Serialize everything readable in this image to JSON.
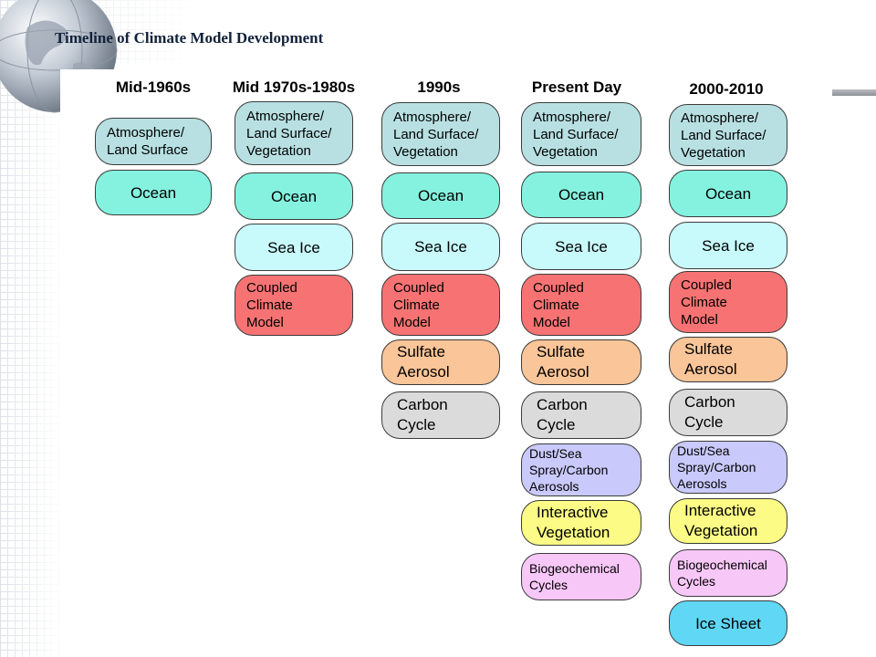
{
  "title": "Timeline of Climate Model Development",
  "colors": {
    "atmosphere": "#b8e0e2",
    "ocean": "#85f2df",
    "sea_ice": "#c8f9fb",
    "coupled": "#f77373",
    "sulfate": "#fac598",
    "carbon": "#dbdbdb",
    "dust": "#c9c9fb",
    "vegetation": "#fbfb85",
    "biogeo": "#f7c7f7",
    "ice_sheet": "#5fd7f5"
  },
  "columns": [
    {
      "header": "Mid-1960s",
      "components": [
        {
          "label": "Atmosphere/\nLand Surface",
          "kind": "atmosphere"
        },
        {
          "label": "Ocean",
          "kind": "ocean"
        }
      ]
    },
    {
      "header": "Mid 1970s-1980s",
      "components": [
        {
          "label": "Atmosphere/\nLand Surface/\nVegetation",
          "kind": "atmosphere"
        },
        {
          "label": "Ocean",
          "kind": "ocean"
        },
        {
          "label": "Sea Ice",
          "kind": "sea_ice"
        },
        {
          "label": "Coupled\nClimate\nModel",
          "kind": "coupled"
        }
      ]
    },
    {
      "header": "1990s",
      "components": [
        {
          "label": "Atmosphere/\nLand Surface/\nVegetation",
          "kind": "atmosphere"
        },
        {
          "label": "Ocean",
          "kind": "ocean"
        },
        {
          "label": "Sea Ice",
          "kind": "sea_ice"
        },
        {
          "label": "Coupled\nClimate\nModel",
          "kind": "coupled"
        },
        {
          "label": "Sulfate\nAerosol",
          "kind": "sulfate"
        },
        {
          "label": "Carbon\nCycle",
          "kind": "carbon"
        }
      ]
    },
    {
      "header": "Present Day",
      "components": [
        {
          "label": "Atmosphere/\nLand Surface/\nVegetation",
          "kind": "atmosphere"
        },
        {
          "label": "Ocean",
          "kind": "ocean"
        },
        {
          "label": "Sea Ice",
          "kind": "sea_ice"
        },
        {
          "label": "Coupled\nClimate\nModel",
          "kind": "coupled"
        },
        {
          "label": "Sulfate\nAerosol",
          "kind": "sulfate"
        },
        {
          "label": "Carbon\nCycle",
          "kind": "carbon"
        },
        {
          "label": "Dust/Sea\nSpray/Carbon\nAerosols",
          "kind": "dust"
        },
        {
          "label": "Interactive\nVegetation",
          "kind": "vegetation"
        },
        {
          "label": "Biogeochemical\nCycles",
          "kind": "biogeo"
        }
      ]
    },
    {
      "header": "2000-2010",
      "components": [
        {
          "label": "Atmosphere/\nLand Surface/\nVegetation",
          "kind": "atmosphere"
        },
        {
          "label": "Ocean",
          "kind": "ocean"
        },
        {
          "label": "Sea Ice",
          "kind": "sea_ice"
        },
        {
          "label": "Coupled\nClimate\nModel",
          "kind": "coupled"
        },
        {
          "label": "Sulfate\nAerosol",
          "kind": "sulfate"
        },
        {
          "label": "Carbon\nCycle",
          "kind": "carbon"
        },
        {
          "label": "Dust/Sea\nSpray/Carbon\nAerosols",
          "kind": "dust"
        },
        {
          "label": "Interactive\nVegetation",
          "kind": "vegetation"
        },
        {
          "label": "Biogeochemical\nCycles",
          "kind": "biogeo"
        },
        {
          "label": "Ice Sheet",
          "kind": "ice_sheet"
        }
      ]
    }
  ]
}
